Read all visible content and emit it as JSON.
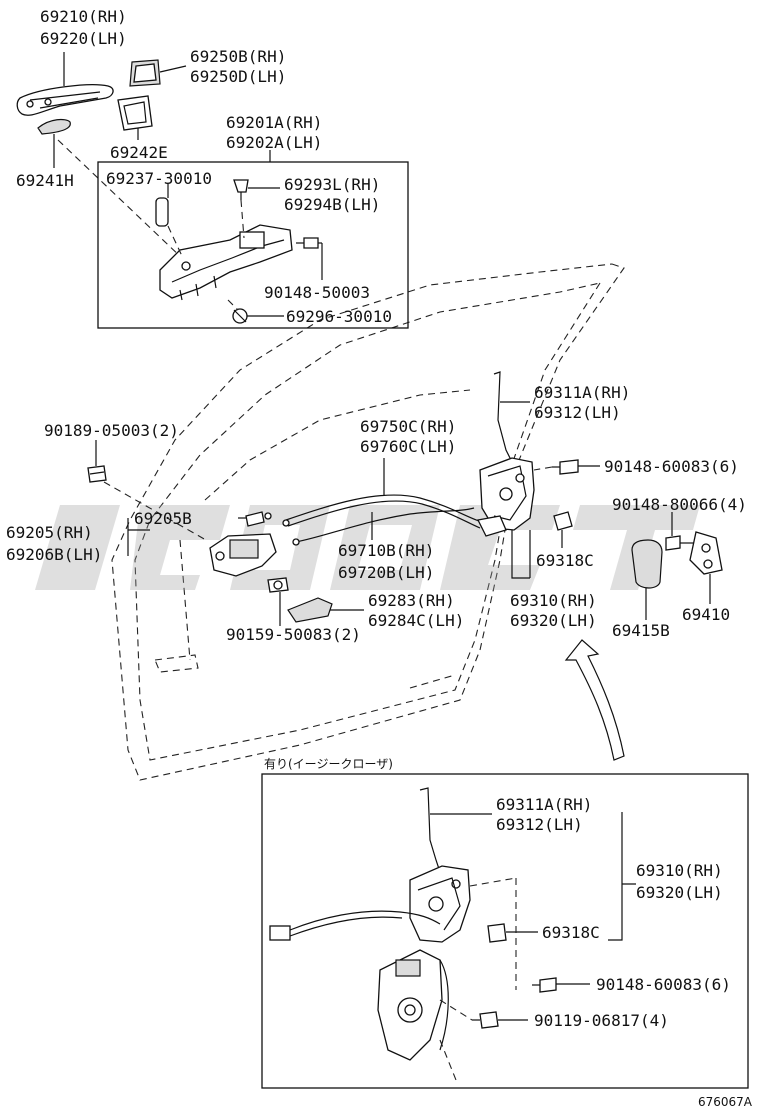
{
  "labels": {
    "p69210": "69210(RH)",
    "p69220": "69220(LH)",
    "p69250b": "69250B(RH)",
    "p69250d": "69250D(LH)",
    "p69242e": "69242E",
    "p69241h": "69241H",
    "p69201a": "69201A(RH)",
    "p69202a": "69202A(LH)",
    "p69237": "69237-30010",
    "p69293l": "69293L(RH)",
    "p69294b": "69294B(LH)",
    "p90148_50003": "90148-50003",
    "p69296": "69296-30010",
    "p69311a": "69311A(RH)",
    "p69312": "69312(LH)",
    "p90189": "90189-05003(2)",
    "p69750c": "69750C(RH)",
    "p69760c": "69760C(LH)",
    "p90148_60083": "90148-60083(6)",
    "p90148_80066": "90148-80066(4)",
    "p69205": "69205(RH)",
    "p69205b": "69205B",
    "p69206b": "69206B(LH)",
    "p69710b": "69710B(RH)",
    "p69720b": "69720B(LH)",
    "p69318c": "69318C",
    "p69283": "69283(RH)",
    "p69284c": "69284C(LH)",
    "p69310": "69310(RH)",
    "p69320": "69320(LH)",
    "p69415b": "69415B",
    "p69410": "69410",
    "p90159": "90159-50083(2)",
    "inset_heading": "有り(イージークローザ)",
    "i69311a": "69311A(RH)",
    "i69312": "69312(LH)",
    "i69310": "69310(RH)",
    "i69320": "69320(LH)",
    "i69318c": "69318C",
    "i90148": "90148-60083(6)",
    "i90119": "90119-06817(4)",
    "diagram_id": "676067A"
  }
}
